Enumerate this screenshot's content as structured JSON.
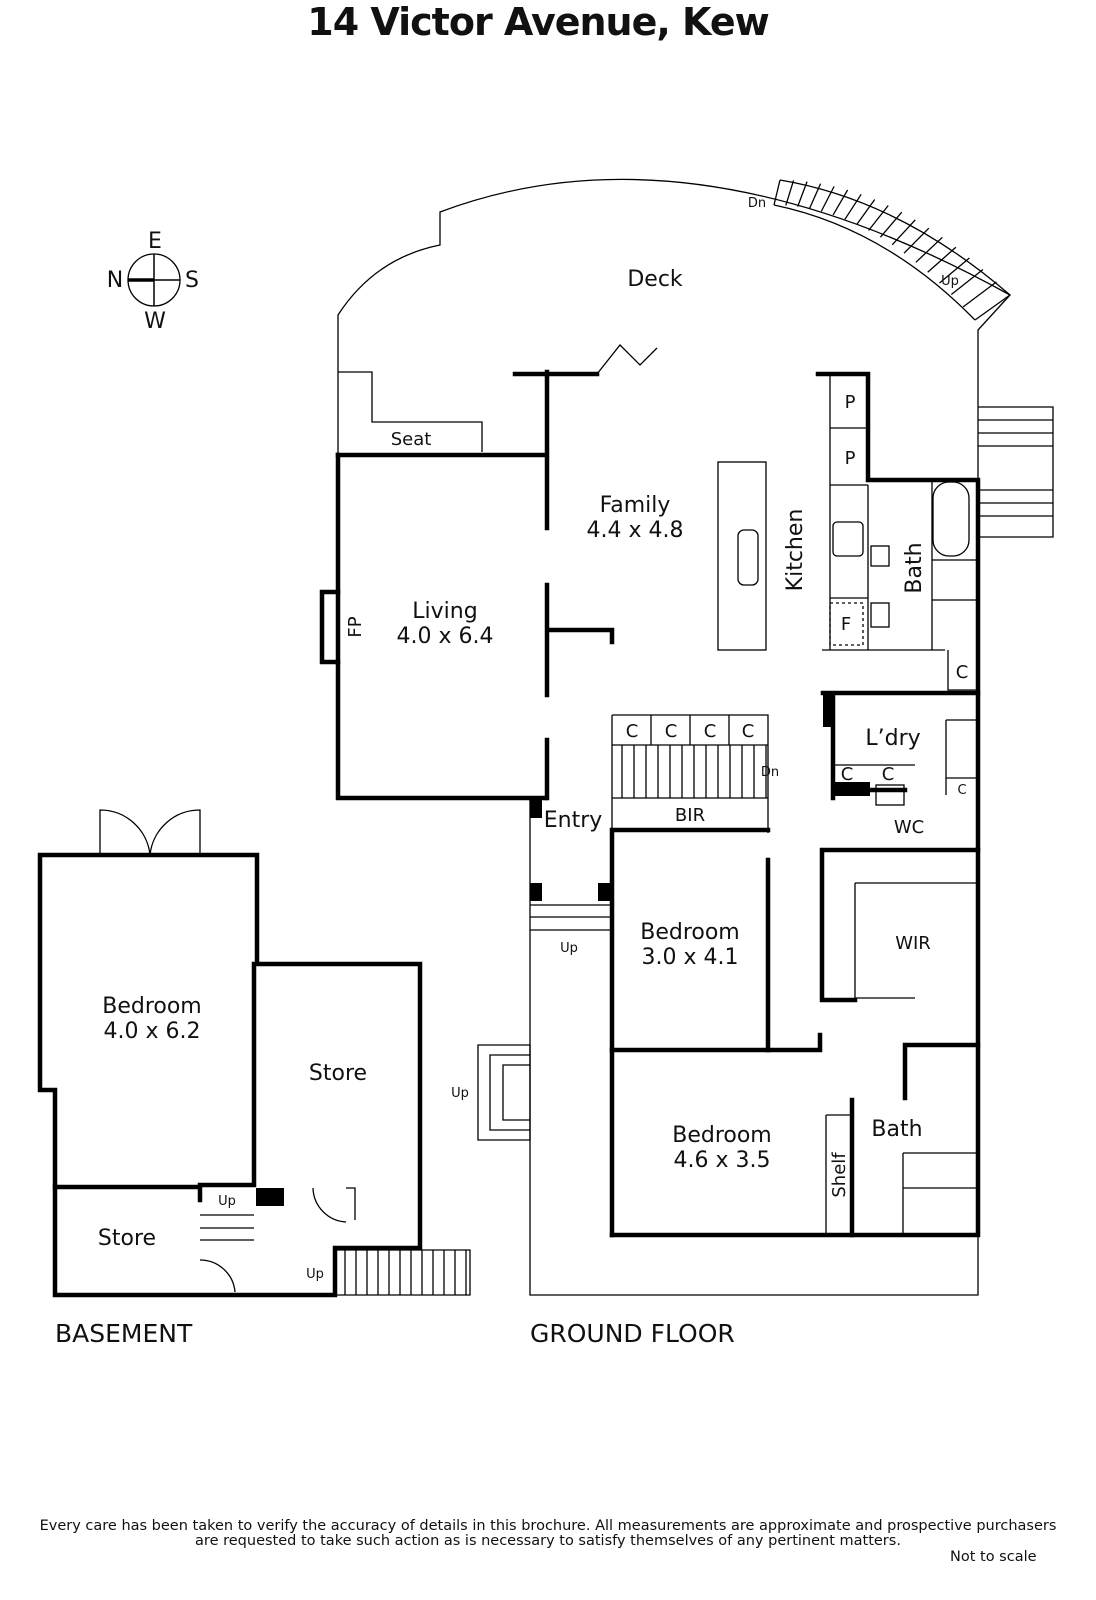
{
  "title": "14 Victor Avenue, Kew",
  "compass": {
    "north": "N",
    "east": "E",
    "south": "S",
    "west": "W"
  },
  "ground_floor": {
    "label": "GROUND FLOOR",
    "deck": "Deck",
    "deck_dn": "Dn",
    "deck_up": "Up",
    "seat": "Seat",
    "family": {
      "name": "Family",
      "size": "4.4 x 4.8"
    },
    "living": {
      "name": "Living",
      "size": "4.0 x 6.4"
    },
    "fp": "FP",
    "kitchen": "Kitchen",
    "pantry": [
      "P",
      "P"
    ],
    "fridge": "F",
    "bath": "Bath",
    "cupboards": [
      "C",
      "C",
      "C",
      "C",
      "C",
      "C",
      "C",
      "C"
    ],
    "laundry": "L’dry",
    "wc": "WC",
    "entry": "Entry",
    "bir": "BIR",
    "stair_dn": "Dn",
    "entry_up": "Up",
    "bedroom2": {
      "name": "Bedroom",
      "size": "3.0 x 4.1"
    },
    "wir": "WIR",
    "side_up": "Up",
    "bedroom1": {
      "name": "Bedroom",
      "size": "4.6 x 3.5"
    },
    "shelf": "Shelf",
    "ensuite": "Bath"
  },
  "basement": {
    "label": "BASEMENT",
    "bedroom": {
      "name": "Bedroom",
      "size": "4.0 x 6.2"
    },
    "store_large": "Store",
    "store_small": "Store",
    "stair_up_inner": "Up",
    "stair_up_outer": "Up"
  },
  "disclaimer": {
    "line1": "Every care has been taken to verify the accuracy of details in this brochure.  All measurements are approximate and prospective purchasers",
    "line2": "are requested to take such action as is necessary to satisfy themselves of any pertinent matters."
  },
  "not_to_scale": "Not to scale"
}
